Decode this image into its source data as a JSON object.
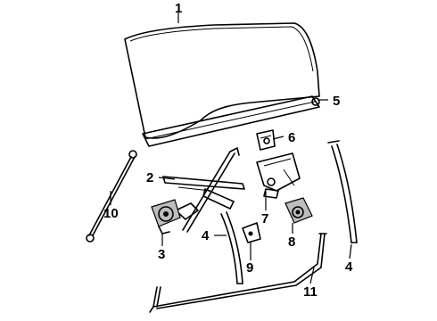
{
  "diagram": {
    "callouts": [
      "1",
      "2",
      "3",
      "4",
      "4",
      "5",
      "6",
      "7",
      "8",
      "9",
      "10",
      "11"
    ]
  }
}
